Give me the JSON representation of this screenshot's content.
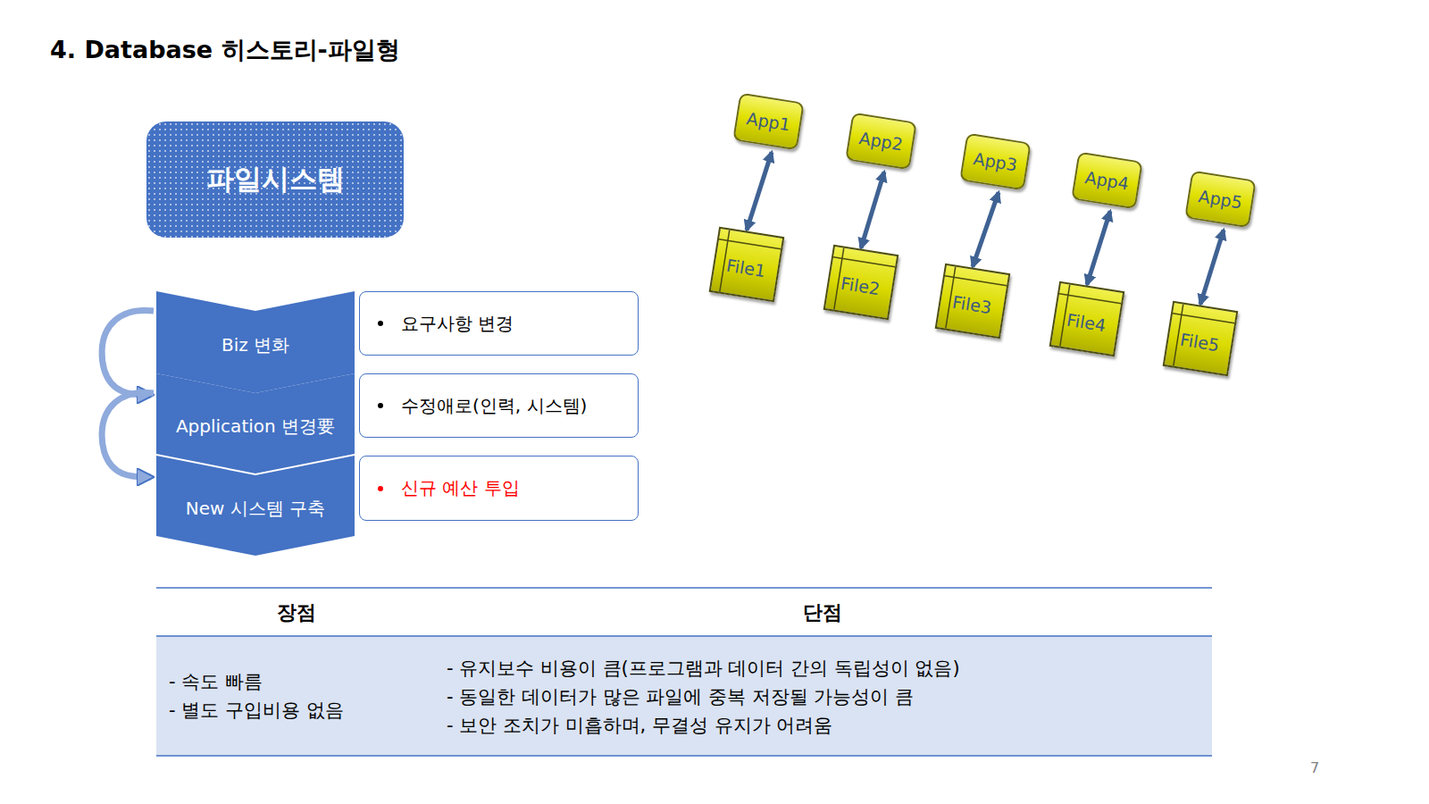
{
  "diagram": {
    "title": "4. Database 히스토리-파일형",
    "nodes": [
      {
        "text": [
          "파일시스템"
        ]
      },
      {
        "text": [
          "Biz 변화"
        ]
      },
      {
        "text": [
          "요구사항 변경"
        ]
      },
      {
        "text": [
          "Application 변경要"
        ]
      },
      {
        "text": [
          "수정애로(인력, 시스템)"
        ]
      },
      {
        "text": [
          "New 시스템 구축"
        ]
      },
      {
        "text": [
          "신규 예산 투입"
        ]
      },
      {
        "text": [
          "App1"
        ]
      },
      {
        "text": [
          "App2"
        ]
      },
      {
        "text": [
          "App3"
        ]
      },
      {
        "text": [
          "App4"
        ]
      },
      {
        "text": [
          "App5"
        ]
      },
      {
        "text": [
          "File1"
        ]
      },
      {
        "text": [
          "File2"
        ]
      },
      {
        "text": [
          "File3"
        ]
      },
      {
        "text": [
          "File4"
        ]
      },
      {
        "text": [
          "File5"
        ]
      }
    ],
    "edges": [
      {
        "from": 7,
        "to": 12,
        "arrow": "both"
      },
      {
        "from": 8,
        "to": 13,
        "arrow": "both"
      },
      {
        "from": 9,
        "to": 14,
        "arrow": "both"
      },
      {
        "from": 10,
        "to": 15,
        "arrow": "both"
      },
      {
        "from": 11,
        "to": 16,
        "arrow": "both"
      },
      {
        "from": 1,
        "to": 3,
        "arrow": "to"
      },
      {
        "from": 3,
        "to": 5,
        "arrow": "to"
      }
    ],
    "labels": [
      "장점",
      "단점",
      "- 속도 빠름",
      "- 별도 구입비용 없음",
      "- 유지보수 비용이 큼(프로그램과 데이터 간의 독립성이 없음)",
      "- 동일한 데이터가 많은 파일에 중복 저장될 가능성이 큼",
      "- 보안 조치가 미흡하며, 무결성 유지가 어려움",
      "7"
    ]
  }
}
